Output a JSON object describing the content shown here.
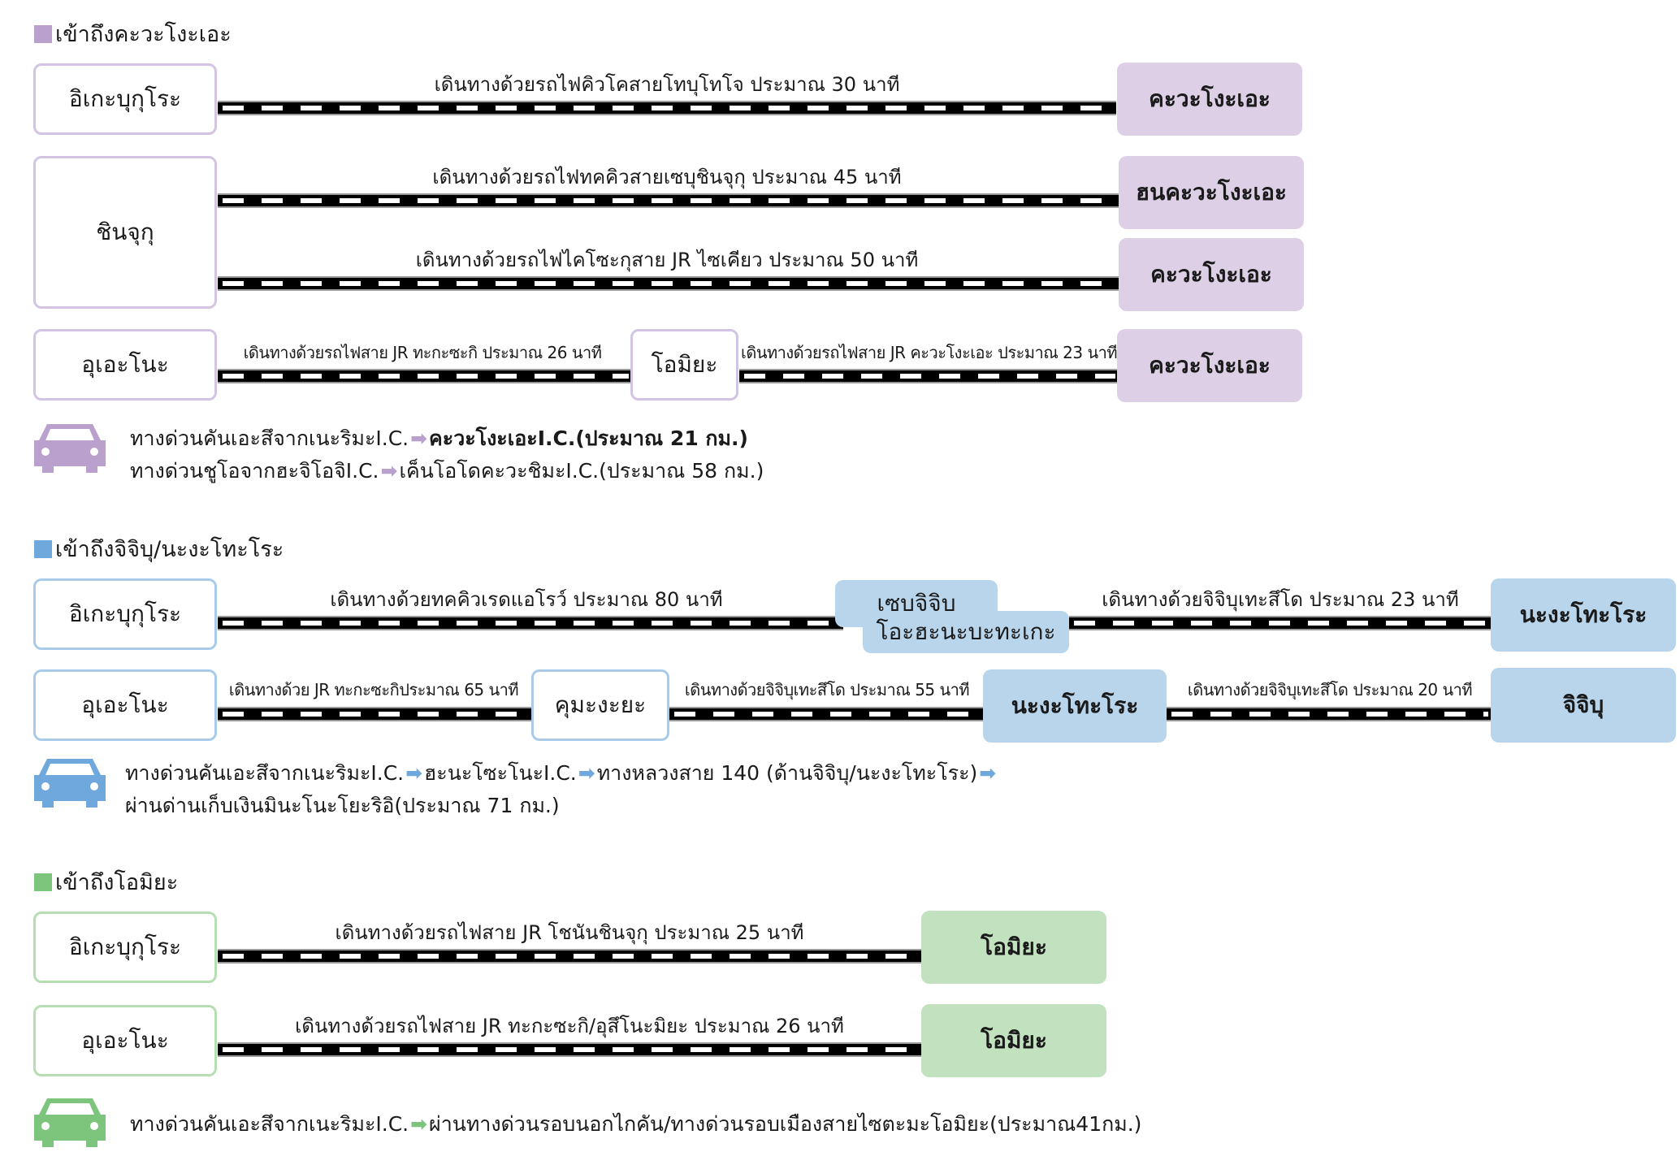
{
  "colors": {
    "kawagoe": "#b9a0cd",
    "kawagoe_light": "#dccfe6",
    "kawagoe_border": "#d3c4e3",
    "chichibu": "#6fa8dc",
    "chichibu_light": "#b8d5ec",
    "chichibu_border": "#a9cbe9",
    "omiya": "#7dc47d",
    "omiya_light": "#c2e2bf",
    "omiya_border": "#b7deb3"
  },
  "sections": [
    {
      "title": "เข้าถึงคะวะโงะเอะ",
      "routes": [
        {
          "origin": "อิเกะบุกุโระ",
          "line": "เดินทางด้วยรถไฟคิวโคสายโทบุโทโจ ประมาณ 30 นาที",
          "dest": "คะวะโงะเอะ"
        },
        {
          "origin": "ชินจุกุ",
          "line1": "เดินทางด้วยรถไฟทคคิวสายเซบุชินจุกุ ประมาณ 45 นาที",
          "dest1": "ฮนคะวะโงะเอะ",
          "line2": "เดินทางด้วยรถไฟไคโซะกุสาย JR ไซเคียว ประมาณ 50 นาที",
          "dest2": "คะวะโงะเอะ"
        },
        {
          "origin": "อุเอะโนะ",
          "line1": "เดินทางด้วยรถไฟสาย JR ทะกะซะกิ ประมาณ 26 นาที",
          "via": "โอมิยะ",
          "line2": "เดินทางด้วยรถไฟสาย JR คะวะโงะเอะ ประมาณ 23 นาที",
          "dest": "คะวะโงะเอะ"
        }
      ],
      "car": [
        {
          "from": "ทางด่วนคันเอะสึจากเนะริมะI.C.",
          "to": "คะวะโงะเอะI.C.(ประมาณ 21 กม.)"
        },
        {
          "from": "ทางด่วนชูโอจากฮะจิโอจิI.C.",
          "to": "เค็นโอโดคะวะชิมะI.C.(ประมาณ 58 กม.)"
        }
      ]
    },
    {
      "title": "เข้าถึงจิจิบุ/นะงะโทะโระ",
      "routes": [
        {
          "origin": "อิเกะบุกุโระ",
          "line1": "เดินทางด้วยทคคิวเรดแอโรว์ ประมาณ 80 นาที",
          "via_top": "เซบุจิจิบุ",
          "via_bottom": "โอะฮะนะบะทะเกะ",
          "line2": "เดินทางด้วยจิจิบุเทะสึโด ประมาณ 23 นาที",
          "dest": "นะงะโทะโระ"
        },
        {
          "origin": "อุเอะโนะ",
          "line1": "เดินทางด้วย JR ทะกะซะกิประมาณ 65 นาที",
          "via": "คุมะงะยะ",
          "line2": "เดินทางด้วยจิจิบุเทะสึโด ประมาณ 55 นาที",
          "via2": "นะงะโทะโระ",
          "line3": "เดินทางด้วยจิจิบุเทะสึโด ประมาณ 20 นาที",
          "dest": "จิจิบุ"
        }
      ],
      "car": {
        "seg1": "ทางด่วนคันเอะสึจากเนะริมะI.C.",
        "seg2": "ฮะนะโซะโนะI.C.",
        "seg3": "ทางหลวงสาย 140 (ด้านจิจิบุ/นะงะโทะโระ)",
        "seg4": "ผ่านด่านเก็บเงินมินะโนะโยะริอิ(ประมาณ 71 กม.)"
      }
    },
    {
      "title": "เข้าถึงโอมิยะ",
      "routes": [
        {
          "origin": "อิเกะบุกุโระ",
          "line": "เดินทางด้วยรถไฟสาย JR โชนันชินจุกุ ประมาณ 25 นาที",
          "dest": "โอมิยะ"
        },
        {
          "origin": "อุเอะโนะ",
          "line": "เดินทางด้วยรถไฟสาย JR ทะกะซะกิ/อุสึโนะมิยะ ประมาณ 26 นาที",
          "dest": "โอมิยะ"
        }
      ],
      "car": [
        {
          "from": "ทางด่วนคันเอะสึจากเนะริมะI.C.",
          "to": "ผ่านทางด่วนรอบนอกไกคัน/ทางด่วนรอบเมืองสายไซตะมะโอมิยะ(ประมาณ41กม.)"
        }
      ]
    }
  ],
  "icons": {
    "car": "car-icon",
    "arrow": "➡"
  }
}
